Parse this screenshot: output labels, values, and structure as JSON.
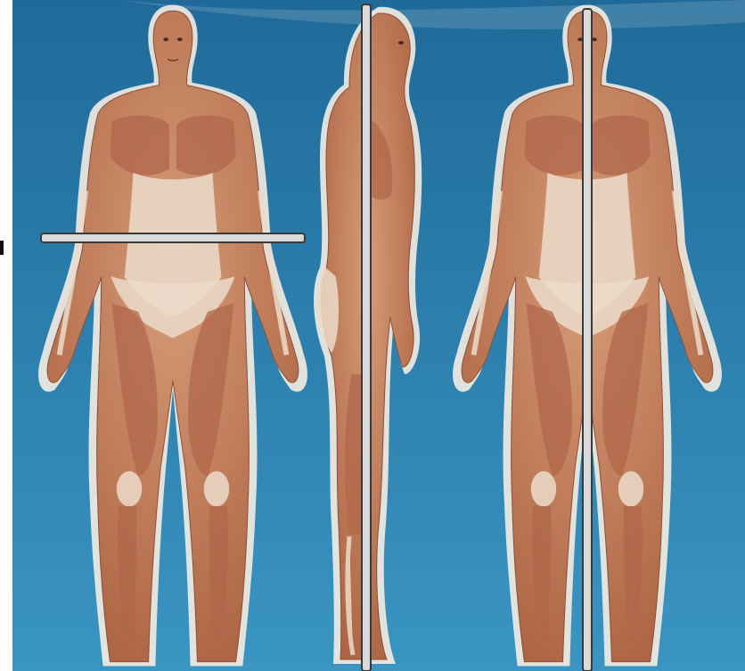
{
  "image": {
    "description_kind": "anatomical illustration",
    "figures": [
      {
        "view": "anterior",
        "plane": "transverse"
      },
      {
        "view": "lateral",
        "plane": "frontal"
      },
      {
        "view": "anterior",
        "plane": "sagittal"
      }
    ],
    "colors": {
      "background_top": "#1f6a98",
      "background_bottom": "#3a95c2",
      "skin": "#c98f6e",
      "muscle": "#b0674a",
      "tendon": "#ecdccb",
      "halo": "#f4ece2",
      "plane_fill": "#d9d9d9",
      "plane_outline": "#3a3a3a"
    }
  }
}
